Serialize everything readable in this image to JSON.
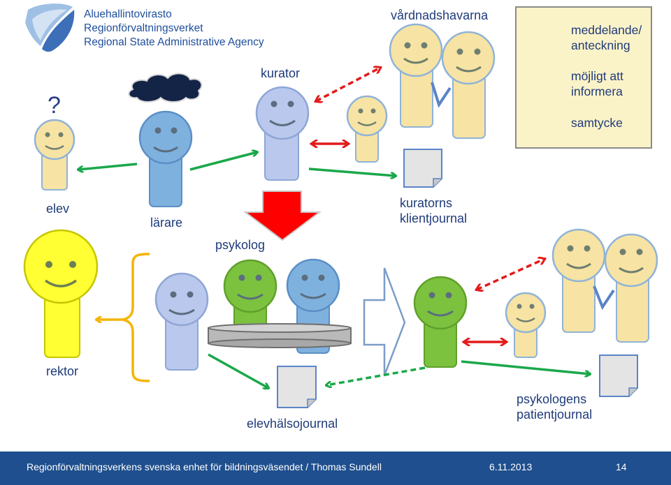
{
  "organization": {
    "line1": "Aluehallintovirasto",
    "line2": "Regionförvaltningsverket",
    "line3": "Regional State Administrative Agency"
  },
  "labels": {
    "question": "?",
    "kurator": "kurator",
    "vardnadshavarna": "vårdnadshavarna",
    "elev": "elev",
    "larare": "lärare",
    "kuratorns_line1": "kuratorns",
    "kuratorns_line2": "klientjournal",
    "psykolog": "psykolog",
    "rektor": "rektor",
    "elevhalsojournal": "elevhälsojournal",
    "psykologens_line1": "psykologens",
    "psykologens_line2": "patientjournal"
  },
  "legend": {
    "items": [
      {
        "text": "meddelande/ anteckning",
        "line1": "meddelande/",
        "line2": "anteckning",
        "color": "#1aa84a"
      },
      {
        "text": "möjligt att informera",
        "line1": "möjligt att",
        "line2": "informera",
        "color": "#f5b400"
      },
      {
        "text": "samtycke",
        "line1": "samtycke",
        "line2": "",
        "color": "#e31b1b"
      }
    ]
  },
  "footer": {
    "text": "Regionförvaltningsverkens svenska enhet för bildningsväsendet / Thomas Sundell",
    "date": "6.11.2013",
    "page": "14"
  },
  "colors": {
    "green_arrow": "#1aa84a",
    "red_arrow": "#e31b1b",
    "yellow_arrow": "#f5b400",
    "footer_bg": "#1f4f8e",
    "text": "#1f3b7a",
    "figure_yellow": "#f7e3a3",
    "figure_blue": "#7fb1de",
    "figure_lavender": "#b9c8ec",
    "figure_green": "#7cc23f",
    "figure_bright_yellow": "#ffff33"
  }
}
